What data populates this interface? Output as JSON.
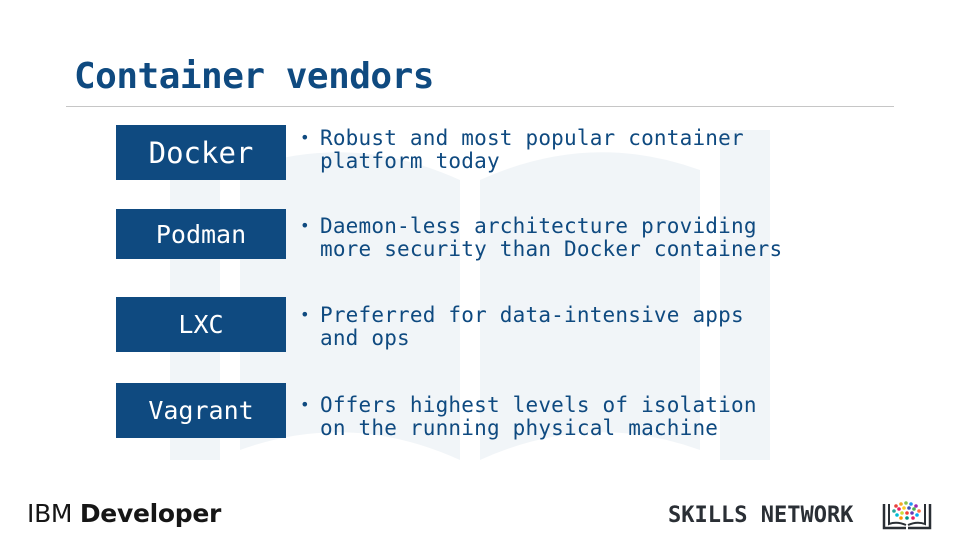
{
  "slide": {
    "title": "Container vendors"
  },
  "vendors": [
    {
      "name": "Docker",
      "lines": [
        "Robust and most popular container",
        "platform today"
      ]
    },
    {
      "name": "Podman",
      "lines": [
        "Daemon-less architecture providing",
        "more security than Docker containers"
      ]
    },
    {
      "name": "LXC",
      "lines": [
        "Preferred for data-intensive apps",
        "and ops"
      ]
    },
    {
      "name": "Vagrant",
      "lines": [
        "Offers highest levels of isolation",
        "on the running physical machine"
      ]
    }
  ],
  "bullet_glyph": "•",
  "footer": {
    "ibm_prefix": "IBM",
    "ibm_suffix": "Developer",
    "skills_network": "SKILLS NETWORK"
  },
  "colors": {
    "primary": "#0f4a80",
    "text_dark": "#161616",
    "skills_text": "#2a2f35"
  },
  "icons": {
    "watermark": "book-icon",
    "skills_logo": "open-book-icon"
  }
}
